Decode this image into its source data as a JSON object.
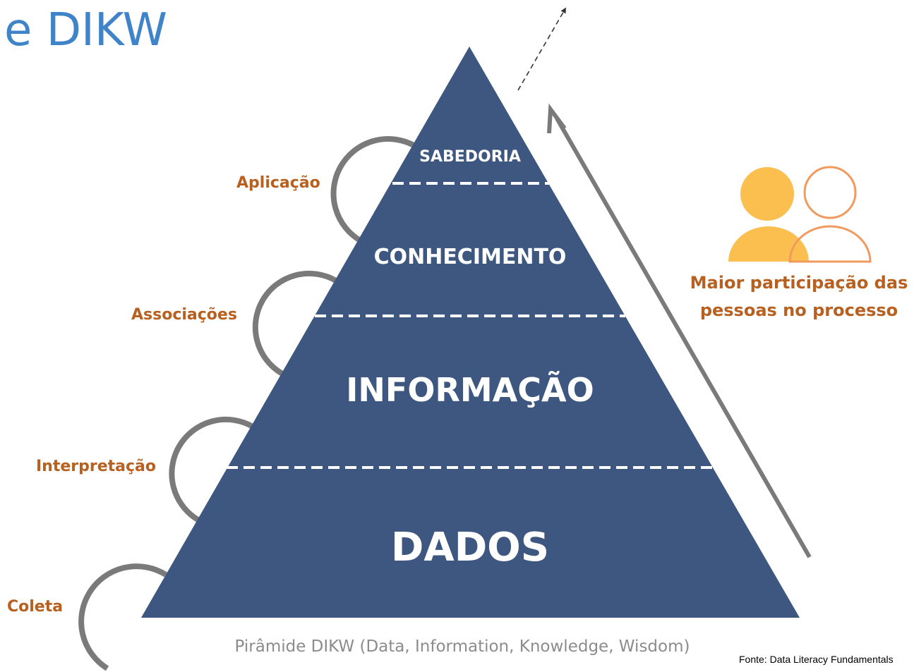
{
  "title": "e DIKW",
  "pyramid": {
    "levels": [
      {
        "label": "SABEDORIA"
      },
      {
        "label": "CONHECIMENTO"
      },
      {
        "label": "INFORMAÇÃO"
      },
      {
        "label": "DADOS"
      }
    ]
  },
  "steps": [
    {
      "label": "Aplicação"
    },
    {
      "label": "Associações"
    },
    {
      "label": "Interpretação"
    },
    {
      "label": "Coleta"
    }
  ],
  "participation": {
    "line1": "Maior participação das",
    "line2": "pessoas no processo"
  },
  "caption": "Pirâmide DIKW (Data, Information, Knowledge, Wisdom)",
  "source": "Fonte: Data Literacy Fundamentals",
  "colors": {
    "pyramid": "#3d5781",
    "title": "#3f84c8",
    "step_label": "#b8601f",
    "arc": "#7a7a7a",
    "person_filled": "#fbbf50",
    "person_outline": "#f29a5e"
  }
}
